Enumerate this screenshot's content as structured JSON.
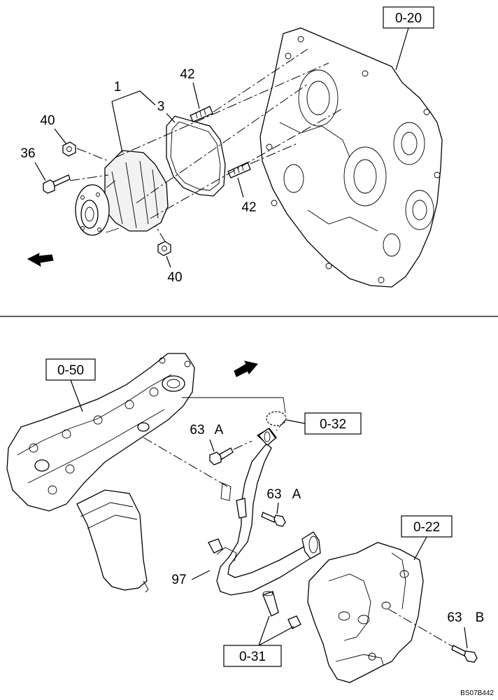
{
  "labels": {
    "p1": "1",
    "p3": "3",
    "p40a": "40",
    "p36": "36",
    "p42a": "42",
    "p42b": "42",
    "p40b": "40",
    "p63a1_num": "63",
    "p63a1_let": "A",
    "p63a2_num": "63",
    "p63a2_let": "A",
    "p97": "97",
    "p63b_num": "63",
    "p63b_let": "B"
  },
  "refs": {
    "r020": "0-20",
    "r050": "0-50",
    "r032": "0-32",
    "r022": "0-22",
    "r031": "0-31"
  },
  "drawing_code": "BS07B442"
}
